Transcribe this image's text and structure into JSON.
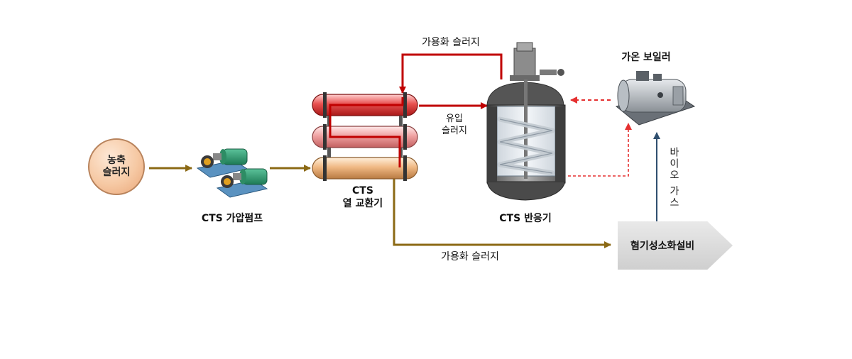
{
  "labels": {
    "concentrated_sludge": "농축\n슬러지",
    "pump": "CTS 가압펌프",
    "heat_exchanger_line1": "CTS",
    "heat_exchanger_line2": "열 교환기",
    "reactor": "CTS 반응기",
    "boiler": "가온 보일러",
    "inflow_line1": "유입",
    "inflow_line2": "슬러지",
    "solubilized_top": "가용화 슬러지",
    "solubilized_bottom": "가용화 슬러지",
    "biogas": "바이오 가스",
    "digester": "혐기성소화설비"
  },
  "colors": {
    "brown_line": "#8b6914",
    "red_line": "#c00000",
    "red_dash": "#e53030",
    "blue_line": "#2f4f6f"
  }
}
